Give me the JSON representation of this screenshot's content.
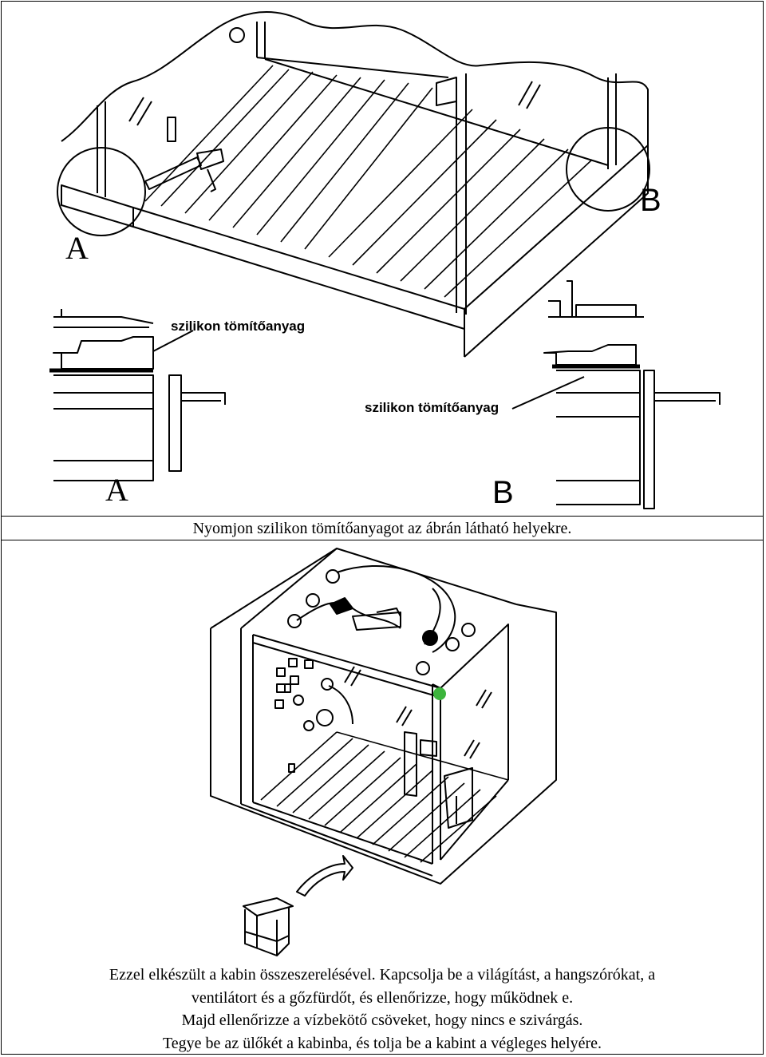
{
  "figure1": {
    "label_a_main": "A",
    "label_b_main": "B",
    "label_a_detail": "A",
    "label_b_detail": "B",
    "sealant_label_left": "szilikon tömítőanyag",
    "sealant_label_right": "szilikon tömítőanyag"
  },
  "caption1": "Nyomjon szilikon tömítőanyagot az ábrán látható helyekre.",
  "caption2": {
    "lines": [
      "Ezzel elkészült a kabin összeszerelésével. Kapcsolja be a világítást, a hangszórókat, a",
      "ventilátort és a gőzfürdőt, és ellenőrizze, hogy működnek e.",
      "Majd ellenőrizze a vízbekötő csöveket, hogy nincs e szivárgás.",
      "Tegye be az ülőkét a kabinba, és tolja be a kabint a végleges helyére."
    ]
  },
  "colors": {
    "indicator": "#3cb43c"
  }
}
